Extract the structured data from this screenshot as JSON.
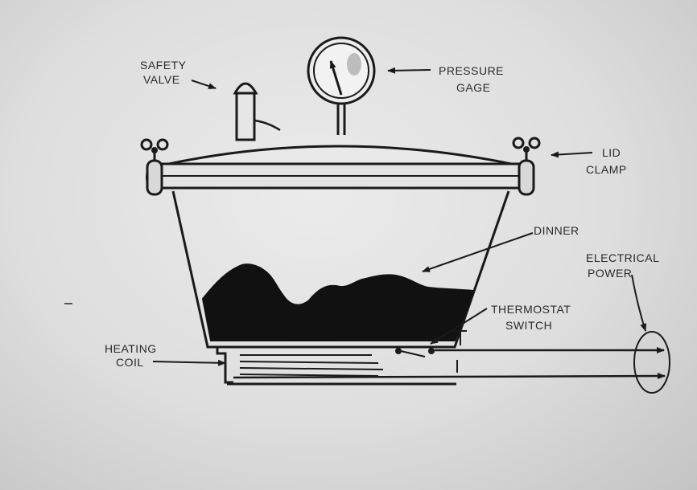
{
  "labels": {
    "safety_valve": [
      "SAFETY",
      "VALVE"
    ],
    "pressure_gage": [
      "PRESSURE",
      "GAGE"
    ],
    "lid_clamp": [
      "LID",
      "CLAMP"
    ],
    "dinner": "DINNER",
    "electrical_power": [
      "ELECTRICAL",
      "POWER"
    ],
    "thermostat_switch": [
      "THERMOSTAT",
      "SWITCH"
    ],
    "heating_coil": [
      "HEATING",
      "COIL"
    ]
  },
  "icons": [
    "pressure-gauge-icon",
    "safety-valve-icon",
    "lid-clamp-icon",
    "heating-coil-icon",
    "thermostat-switch-icon",
    "power-plug-icon"
  ],
  "colors": {
    "ink": "#1a1a1a",
    "paper": "#e6e6e6",
    "food": "#111111"
  }
}
